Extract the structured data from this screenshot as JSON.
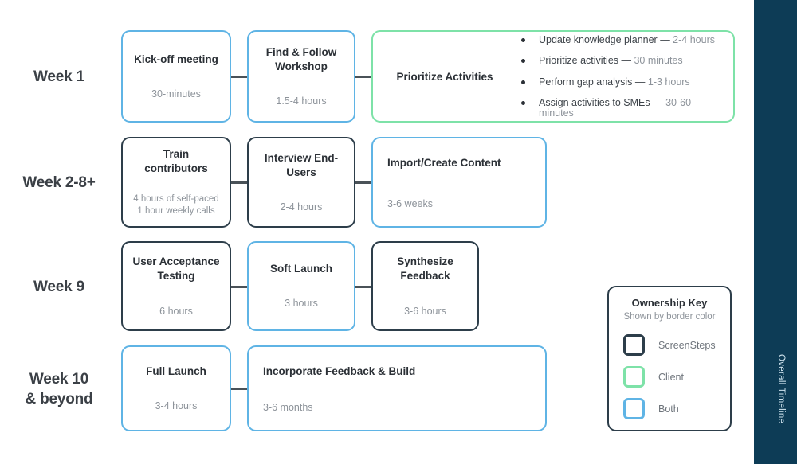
{
  "sidebar": {
    "label": "Overall Timeline",
    "bg_color": "#0d3c56"
  },
  "colors": {
    "screensteps": "#2d3e4a",
    "client": "#7ee2a8",
    "both": "#5fb4e5",
    "title_text": "#2b3036",
    "sub_text": "#8d939a"
  },
  "rows": [
    {
      "label": "Week 1",
      "boxes": [
        {
          "title": "Kick-off meeting",
          "duration": "30-minutes",
          "owner": "both"
        },
        {
          "title": "Find & Follow Workshop",
          "duration": "1.5-4 hours",
          "owner": "both"
        },
        {
          "title": "Prioritize Activities",
          "owner": "client",
          "bullets": [
            {
              "text": "Update knowledge planner",
              "duration": "2-4 hours"
            },
            {
              "text": "Prioritize activities",
              "duration": "30 minutes"
            },
            {
              "text": "Perform gap analysis",
              "duration": "1-3 hours"
            },
            {
              "text": "Assign activities to SMEs",
              "duration": "30-60 minutes"
            }
          ]
        }
      ]
    },
    {
      "label": "Week 2-8+",
      "boxes": [
        {
          "title": "Train contributors",
          "duration": "4 hours of self-paced\n1 hour weekly calls",
          "owner": "screensteps"
        },
        {
          "title": "Interview End-Users",
          "duration": "2-4 hours",
          "owner": "screensteps"
        },
        {
          "title": "Import/Create Content",
          "duration": "3-6 weeks",
          "owner": "both"
        }
      ]
    },
    {
      "label": "Week 9",
      "boxes": [
        {
          "title": "User Acceptance Testing",
          "duration": "6 hours",
          "owner": "screensteps"
        },
        {
          "title": "Soft Launch",
          "duration": "3 hours",
          "owner": "both"
        },
        {
          "title": "Synthesize Feedback",
          "duration": "3-6 hours",
          "owner": "screensteps"
        }
      ]
    },
    {
      "label": "Week 10 & beyond",
      "boxes": [
        {
          "title": "Full Launch",
          "duration": "3-4 hours",
          "owner": "both"
        },
        {
          "title": "Incorporate Feedback & Build",
          "duration": "3-6 months",
          "owner": "both"
        }
      ]
    }
  ],
  "legend": {
    "title": "Ownership Key",
    "subtitle": "Shown by border color",
    "items": [
      {
        "label": "ScreenSteps",
        "owner": "screensteps"
      },
      {
        "label": "Client",
        "owner": "client"
      },
      {
        "label": "Both",
        "owner": "both"
      }
    ]
  }
}
